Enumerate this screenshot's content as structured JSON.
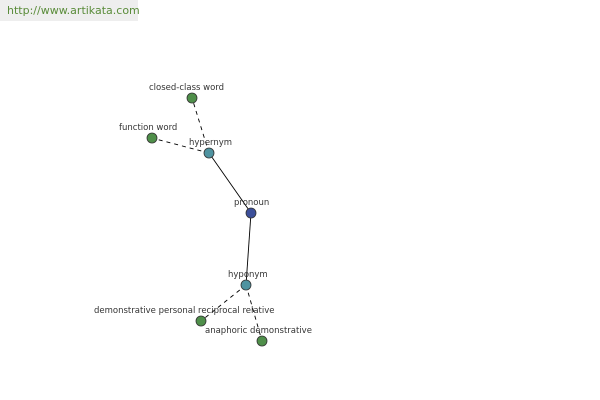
{
  "watermark": "http://www.artikata.com",
  "colors": {
    "root": "#3c4f9a",
    "relation": "#4f93a0",
    "leaf": "#4f8f4a",
    "watermark_text": "#5a8c3a"
  },
  "nodes": [
    {
      "id": "pronoun",
      "label": "pronoun",
      "kind": "root"
    },
    {
      "id": "hypernym",
      "label": "hypernym",
      "kind": "relation"
    },
    {
      "id": "hyponym",
      "label": "hyponym",
      "kind": "relation"
    },
    {
      "id": "closed-class-word",
      "label": "closed-class word",
      "kind": "leaf"
    },
    {
      "id": "function-word",
      "label": "function word",
      "kind": "leaf"
    },
    {
      "id": "demonstrative-personal-reciprocal-relative",
      "label": "demonstrative personal reciprocal relative",
      "kind": "leaf"
    },
    {
      "id": "anaphoric-demonstrative",
      "label": "anaphoric demonstrative",
      "kind": "leaf"
    }
  ],
  "edges": [
    {
      "from": "pronoun",
      "to": "hypernym",
      "style": "solid"
    },
    {
      "from": "pronoun",
      "to": "hyponym",
      "style": "solid"
    },
    {
      "from": "hypernym",
      "to": "closed-class-word",
      "style": "dashed"
    },
    {
      "from": "hypernym",
      "to": "function-word",
      "style": "dashed"
    },
    {
      "from": "hyponym",
      "to": "demonstrative-personal-reciprocal-relative",
      "style": "dashed"
    },
    {
      "from": "hyponym",
      "to": "anaphoric-demonstrative",
      "style": "dashed"
    }
  ]
}
